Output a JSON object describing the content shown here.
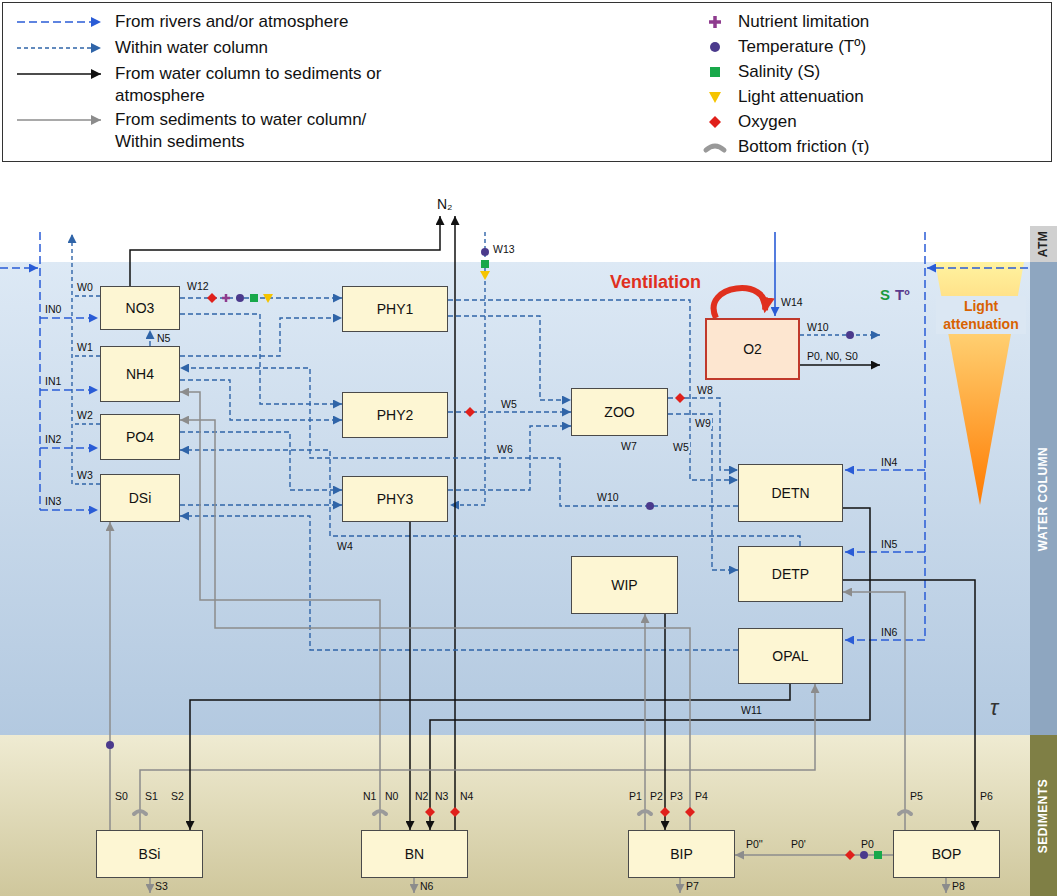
{
  "diagram": {
    "nodes": [
      {
        "text": [
          "ATM"
        ]
      },
      {
        "text": [
          "WATER COLUMN"
        ]
      },
      {
        "text": [
          "NO3"
        ],
        "in": 1
      },
      {
        "text": [
          "NH4"
        ],
        "in": 1
      },
      {
        "text": [
          "PO4"
        ],
        "in": 1
      },
      {
        "text": [
          "DSi"
        ],
        "in": 1
      },
      {
        "text": [
          "PHY1"
        ],
        "in": 1
      },
      {
        "text": [
          "PHY2"
        ],
        "in": 1
      },
      {
        "text": [
          "PHY3"
        ],
        "in": 1
      },
      {
        "text": [
          "ZOO"
        ],
        "in": 1
      },
      {
        "text": [
          "O2"
        ],
        "in": 1
      },
      {
        "text": [
          "DETN"
        ],
        "in": 1
      },
      {
        "text": [
          "DETP"
        ],
        "in": 1
      },
      {
        "text": [
          "WIP"
        ],
        "in": 1
      },
      {
        "text": [
          "OPAL"
        ],
        "in": 1
      },
      {
        "text": [
          "SEDIMENTS"
        ]
      },
      {
        "text": [
          "BSi"
        ],
        "in": 15
      },
      {
        "text": [
          "BN"
        ],
        "in": 15
      },
      {
        "text": [
          "BIP"
        ],
        "in": 15
      },
      {
        "text": [
          "BOP"
        ],
        "in": 15
      }
    ],
    "edges": [
      {
        "from": 2,
        "to": 6,
        "arrow": "to"
      },
      {
        "from": 3,
        "to": 6,
        "arrow": "to"
      },
      {
        "from": 2,
        "to": 7,
        "arrow": "to"
      },
      {
        "from": 3,
        "to": 7,
        "arrow": "to"
      },
      {
        "from": 4,
        "to": 8,
        "arrow": "to"
      },
      {
        "from": 5,
        "to": 8,
        "arrow": "to"
      },
      {
        "from": 6,
        "to": 9,
        "arrow": "to"
      },
      {
        "from": 7,
        "to": 9,
        "arrow": "to"
      },
      {
        "from": 8,
        "to": 9,
        "arrow": "to"
      },
      {
        "from": 6,
        "to": 11,
        "arrow": "to"
      },
      {
        "from": 9,
        "to": 11,
        "arrow": "to"
      },
      {
        "from": 9,
        "to": 12,
        "arrow": "to"
      },
      {
        "from": 11,
        "to": 3,
        "arrow": "to"
      },
      {
        "from": 12,
        "to": 4,
        "arrow": "to"
      },
      {
        "from": 14,
        "to": 5,
        "arrow": "to"
      },
      {
        "from": 8,
        "to": 17,
        "arrow": "to"
      },
      {
        "from": 11,
        "to": 17,
        "arrow": "to"
      },
      {
        "from": 17,
        "to": 3,
        "arrow": "to"
      },
      {
        "from": 16,
        "to": 5,
        "arrow": "to"
      },
      {
        "from": 16,
        "to": 14,
        "arrow": "to"
      },
      {
        "from": 14,
        "to": 16,
        "arrow": "to"
      },
      {
        "from": 18,
        "to": 13,
        "arrow": "to"
      },
      {
        "from": 13,
        "to": 18,
        "arrow": "to"
      },
      {
        "from": 18,
        "to": 4,
        "arrow": "to"
      },
      {
        "from": 12,
        "to": 19,
        "arrow": "to"
      },
      {
        "from": 19,
        "to": 12,
        "arrow": "to"
      },
      {
        "from": 19,
        "to": 18,
        "arrow": "to"
      },
      {
        "from": 3,
        "to": 2,
        "arrow": "to"
      }
    ],
    "labels": [
      "N₂",
      "W0",
      "IN0",
      "W1",
      "IN1",
      "W2",
      "IN2",
      "W3",
      "IN3",
      "W12",
      "N5",
      "W13",
      "W14",
      "W10",
      "P0, N0, S0",
      "W8",
      "W9",
      "W5",
      "W5",
      "W6",
      "W7",
      "IN4",
      "W10",
      "IN5",
      "IN6",
      "W4",
      "W11",
      "S0",
      "S1",
      "S2",
      "S3",
      "N0",
      "N1",
      "N2",
      "N3",
      "N4",
      "N6",
      "P1",
      "P2",
      "P3",
      "P4",
      "P0''",
      "P0'",
      "P0",
      "P5",
      "P6",
      "P7",
      "P8",
      "Ventilation",
      "S",
      "Tº",
      "Light attenuation",
      "τ"
    ],
    "legend": [
      {
        "text": "From rivers and/or atmosphere"
      },
      {
        "text": "Within water column"
      },
      {
        "text": "From water column to sediments or atmosphere"
      },
      {
        "text": "From sediments to water column/ Within sediments"
      },
      {
        "text": "Nutrient limitation"
      },
      {
        "text": "Temperature (Tº)"
      },
      {
        "text": "Salinity (S)"
      },
      {
        "text": "Light attenuation"
      },
      {
        "text": "Oxygen"
      },
      {
        "text": "Bottom friction (τ)"
      }
    ]
  }
}
